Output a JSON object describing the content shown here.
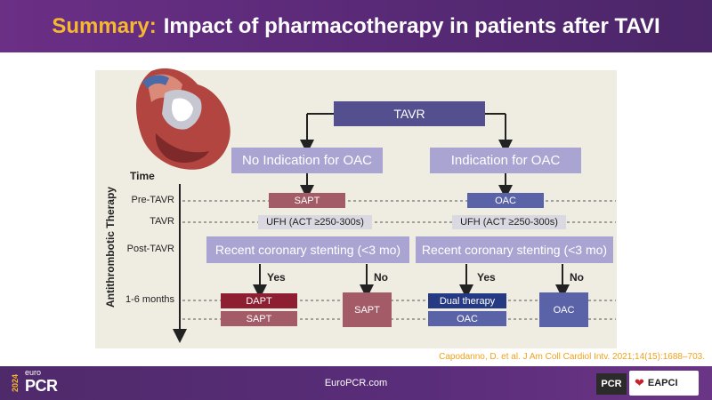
{
  "header": {
    "accent": "Summary:",
    "title": "Impact of pharmacotherapy in patients after TAVI"
  },
  "diagram": {
    "root": "TAVR",
    "left_branch": "No Indication for OAC",
    "right_branch": "Indication for OAC",
    "time_label": "Time",
    "vertical_axis": "Antithrombotic Therapy",
    "rows": {
      "pre": "Pre-TAVR",
      "tavr": "TAVR",
      "post": "Post-TAVR",
      "months": "1-6 months"
    },
    "left": {
      "pre": "SAPT",
      "tavr": "UFH (ACT ≥250-300s)",
      "post": "Recent coronary stenting (<3 mo)",
      "yes": "Yes",
      "no": "No",
      "yes_top": "DAPT",
      "yes_bottom": "SAPT",
      "no_box": "SAPT"
    },
    "right": {
      "pre": "OAC",
      "tavr": "UFH (ACT ≥250-300s)",
      "post": "Recent coronary stenting (<3 mo)",
      "yes": "Yes",
      "no": "No",
      "yes_top": "Dual therapy",
      "yes_bottom": "OAC",
      "no_box": "OAC"
    }
  },
  "citation": "Capodanno, D. et al. J Am Coll Cardiol Intv. 2021;14(15):1688–703.",
  "footer": {
    "year": "2024",
    "brand_small": "euro",
    "brand": "PCR",
    "site": "EuroPCR.com",
    "logo_pcr": "PCR",
    "logo_eapci": "EAPCI"
  },
  "colors": {
    "header": "#5a2a78",
    "accent": "#f5b82e",
    "panel": "#efece2",
    "lavender": "#a9a4d2",
    "muted_red": "#a35b67",
    "dark_red": "#8e1f32",
    "blue": "#5b63a8",
    "navy": "#263a84",
    "citation": "#f0a21a"
  }
}
